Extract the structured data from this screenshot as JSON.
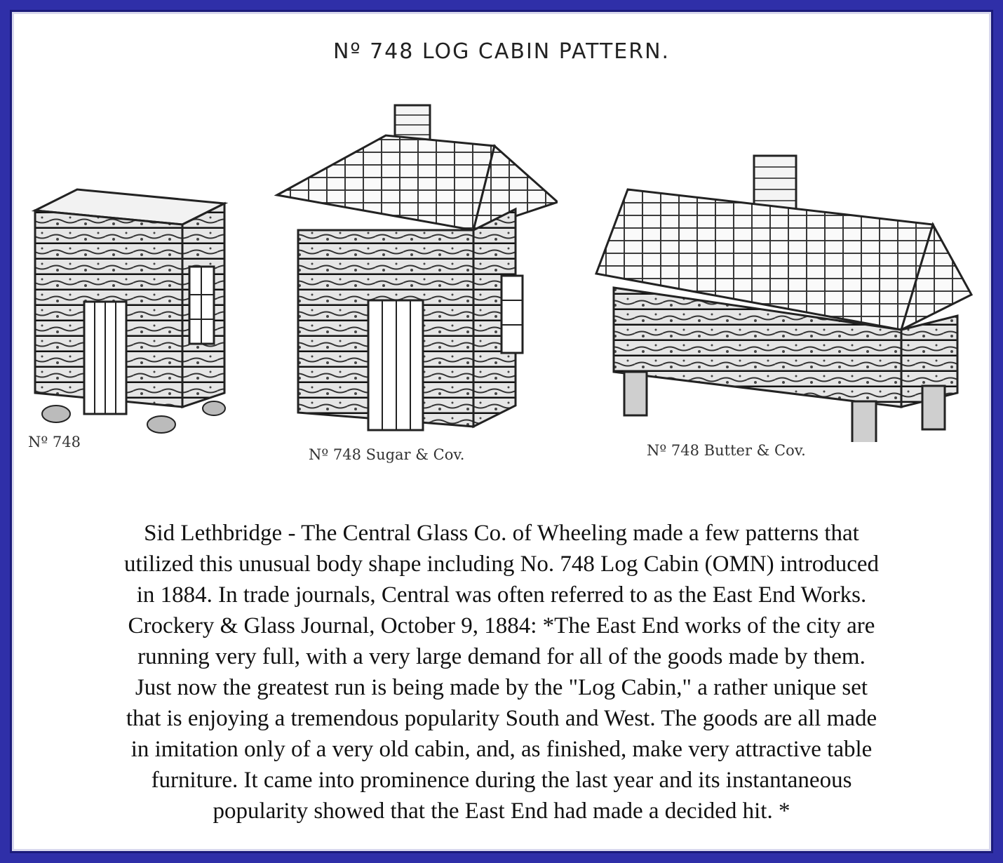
{
  "catalog": {
    "title": "Nº 748 LOG CABIN PATTERN.",
    "items": [
      {
        "label": "Nº 748"
      },
      {
        "label": "Nº 748 Sugar & Cov."
      },
      {
        "label": "Nº 748 Butter & Cov."
      }
    ]
  },
  "caption": {
    "lines": [
      "Sid Lethbridge - The Central Glass Co. of Wheeling made a few patterns that",
      "utilized this unusual body shape including No. 748 Log Cabin (OMN) introduced",
      "in 1884. In trade journals, Central was often referred to as the East End Works.",
      "Crockery & Glass Journal, October 9, 1884: *The East End works of the city are",
      "running very full, with a very large demand for all of the goods made by them.",
      "Just now the greatest run is being made by the \"Log Cabin,\" a rather unique set",
      "that is enjoying a tremendous popularity South and West. The goods are all made",
      "in imitation only of a very old cabin, and, as finished, make very attractive table",
      "furniture. It came into prominence during the last year and its instantaneous",
      "popularity showed that the East End had made a decided hit. *"
    ]
  },
  "colors": {
    "frame": "#2f2fa8",
    "ink": "#222222"
  }
}
